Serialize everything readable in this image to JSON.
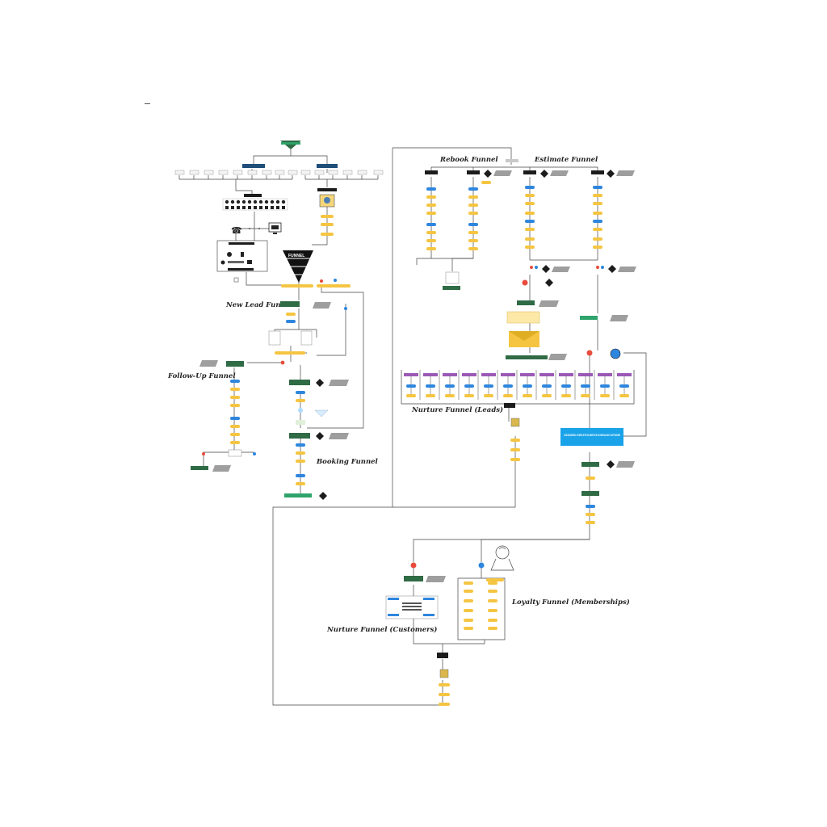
{
  "labels": {
    "rebook_funnel": "Rebook Funnel",
    "estimate_funnel": "Estimate Funnel",
    "new_lead_funnel": "New Lead Funnel",
    "follow_up_funnel": "Follow-Up Funnel",
    "nurture_funnel_leads": "Nurture Funnel (Leads)",
    "booking_funnel": "Booking Funnel",
    "loyalty_funnel": "Loyalty Funnel (Memberships)",
    "nurture_funnel_customers": "Nurture Funnel (Customers)",
    "funnel_graphic": "FUNNEL",
    "integration_banner": "JOB MARKED COMPLETE IN SERVICE SCHEDULING SOFTWARE"
  },
  "colors": {
    "green": "#2f6b45",
    "green_light": "#2ea36b",
    "blue": "#1f4e79",
    "blue_light": "#2e86de",
    "yellow": "#f5c542",
    "purple": "#9b59b6",
    "black": "#1c1c1c",
    "red": "#e74c3c",
    "cyan_banner": "#1aa3e8",
    "gray": "#9e9e9e",
    "connector": "#444444"
  }
}
